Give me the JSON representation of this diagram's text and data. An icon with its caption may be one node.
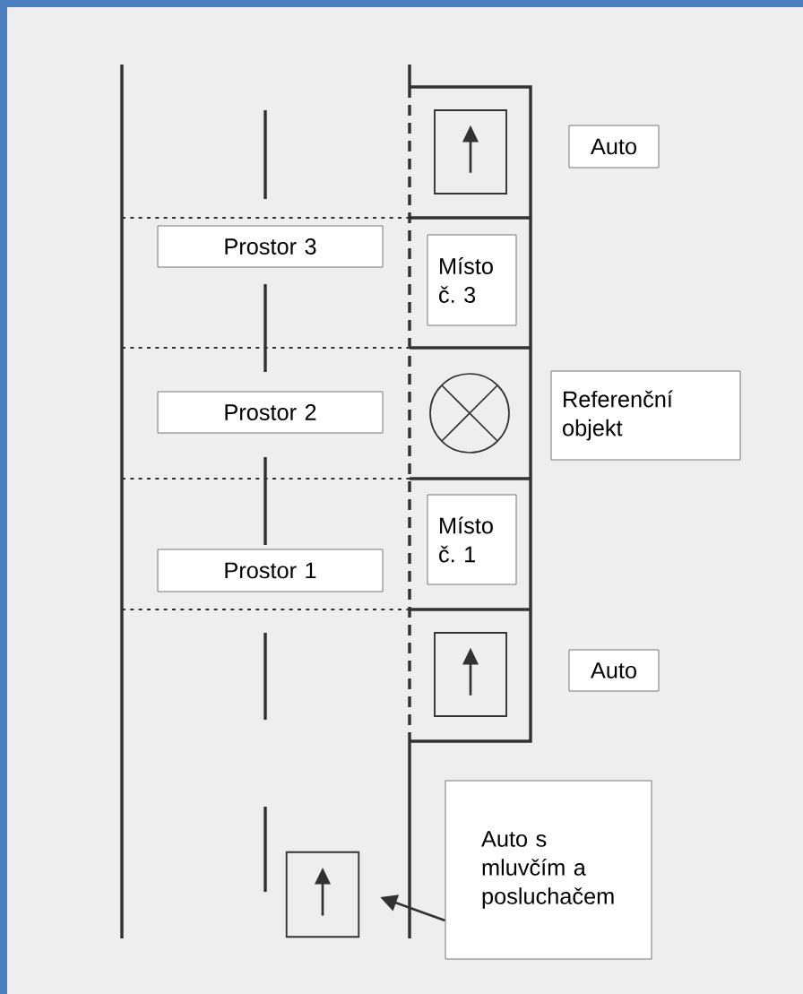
{
  "diagram": {
    "nodes": [
      {
        "text": [
          "Auto"
        ]
      },
      {
        "text": [
          "Prostor 3"
        ]
      },
      {
        "text": [
          "Místo č. 3"
        ]
      },
      {
        "text": [
          "Prostor 2"
        ]
      },
      {
        "text": [
          "Referenční objekt"
        ]
      },
      {
        "text": [
          "Místo č. 1"
        ]
      },
      {
        "text": [
          "Prostor 1"
        ]
      },
      {
        "text": [
          "Auto"
        ]
      },
      {
        "text": [
          "Auto s mluvčím a posluchačem"
        ]
      },
      {
        "text": [],
        "shape": "box"
      }
    ],
    "edges": [
      {
        "from": 8,
        "to": 9,
        "arrow": "to"
      }
    ]
  }
}
